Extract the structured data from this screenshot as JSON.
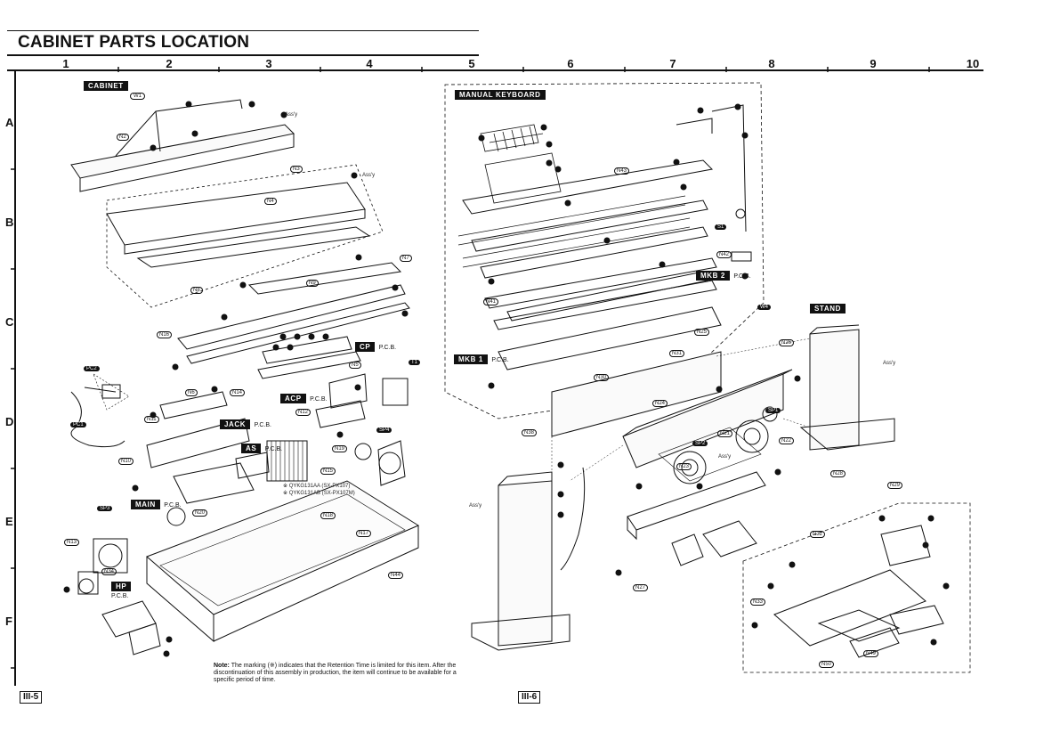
{
  "title": "CABINET PARTS LOCATION",
  "columns": [
    "1",
    "2",
    "3",
    "4",
    "5",
    "6",
    "7",
    "8",
    "9",
    "10"
  ],
  "rows": [
    "A",
    "B",
    "C",
    "D",
    "E",
    "F"
  ],
  "sections": {
    "cabinet": "CABINET",
    "manual_keyboard": "MANUAL KEYBOARD",
    "stand": "STAND"
  },
  "pcb_tags": {
    "cp": "CP",
    "acp": "ACP",
    "jack": "JACK",
    "as": "AS",
    "main": "MAIN",
    "hp": "HP",
    "mkb1": "MKB 1",
    "mkb2": "MKB 2"
  },
  "pcb_suffix": "P.C.B.",
  "assy_labels": {
    "music_rest": "Ass'y",
    "top_board": "Ass'y",
    "speaker_box": "Ass'y",
    "stand_right": "Ass'y",
    "stand_left": "Ass'y"
  },
  "variants": [
    "※ QYKG131AA (SX-PX107)",
    "※ QYKG131AB (SX-PX107M)"
  ],
  "note": {
    "label": "Note:",
    "text": "The marking (※) indicates that the Retention Time is limited for this item.  After the discontinuation of this assembly in production, the item will continue to be available for a specific period of time."
  },
  "page_numbers": {
    "left": "III-5",
    "right": "III-6"
  },
  "callouts": [
    "N1",
    "N2",
    "N3",
    "N4",
    "N5",
    "N6",
    "N7",
    "N8",
    "N9",
    "N10",
    "N11",
    "N12",
    "N13",
    "N14",
    "N15",
    "N16",
    "N17",
    "N18",
    "N19",
    "N20",
    "N21",
    "N22",
    "N23",
    "N24",
    "N25",
    "N26",
    "N27",
    "N28",
    "N29",
    "N30",
    "N31",
    "N32",
    "N33",
    "N34",
    "N35",
    "N36",
    "N37",
    "N38",
    "N39",
    "N40",
    "N41",
    "N42",
    "N43",
    "N44",
    "N45",
    "N46",
    "N47",
    "N48",
    "N49",
    "N50"
  ],
  "component_labels": [
    "PC2",
    "PC1",
    "T1",
    "SP1",
    "SP2",
    "SP3",
    "SP4",
    "S1",
    "W1",
    "W4"
  ]
}
